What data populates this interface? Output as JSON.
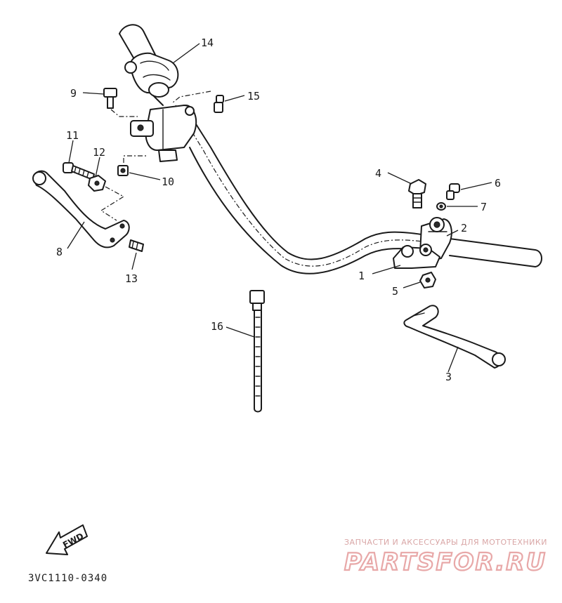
{
  "diagram": {
    "callouts": [
      {
        "id": "c1",
        "label": "1"
      },
      {
        "id": "c2",
        "label": "2"
      },
      {
        "id": "c3",
        "label": "3"
      },
      {
        "id": "c4",
        "label": "4"
      },
      {
        "id": "c5",
        "label": "5"
      },
      {
        "id": "c6",
        "label": "6"
      },
      {
        "id": "c7",
        "label": "7"
      },
      {
        "id": "c8",
        "label": "8"
      },
      {
        "id": "c9",
        "label": "9"
      },
      {
        "id": "c10",
        "label": "10"
      },
      {
        "id": "c11",
        "label": "11"
      },
      {
        "id": "c12",
        "label": "12"
      },
      {
        "id": "c13",
        "label": "13"
      },
      {
        "id": "c14",
        "label": "14"
      },
      {
        "id": "c15",
        "label": "15"
      },
      {
        "id": "c16",
        "label": "16"
      }
    ],
    "fwd_label": "FWD",
    "diagram_code": "3VC1110-0340"
  },
  "watermark": {
    "tagline": "ЗАПЧАСТИ И АКСЕССУАРЫ ДЛЯ МОТОТЕХНИКИ",
    "brand": "PARTSFOR.RU",
    "color": "#e8a8a8"
  }
}
